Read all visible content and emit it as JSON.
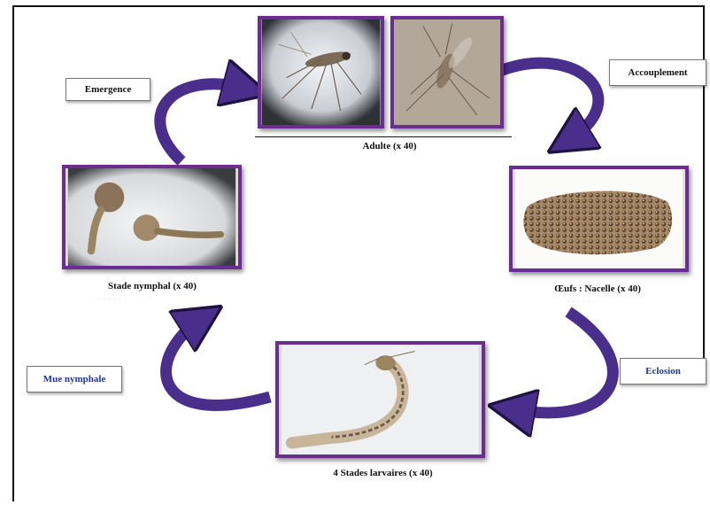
{
  "colors": {
    "arrow": "#4a2e8c",
    "frame": "#6b2d91",
    "label_blue": "#1f3a8a"
  },
  "stages": {
    "adult": {
      "caption": "Adulte (x 40)"
    },
    "eggs": {
      "caption": "Œufs : Nacelle (x 40)"
    },
    "larvae": {
      "caption": "4 Stades larvaires (x 40)"
    },
    "pupa": {
      "caption": "Stade nymphal (x 40)"
    }
  },
  "transitions": {
    "mating": "Accouplement",
    "hatching": "Eclosion",
    "pupation": "Mue nymphale",
    "emergence": "Emergence"
  },
  "icons": [
    "mosquito-photo",
    "mosquito-photo",
    "egg-raft-photo",
    "larva-photo",
    "pupa-photo",
    "curved-arrow"
  ]
}
